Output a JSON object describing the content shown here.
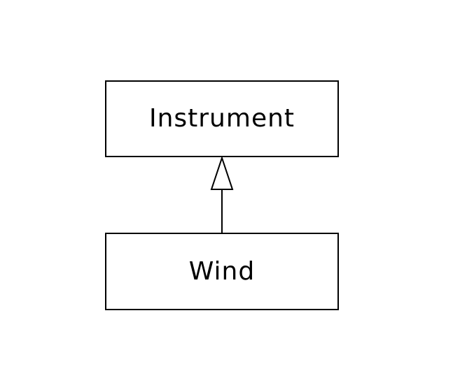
{
  "diagram": {
    "type": "uml-class-inheritance",
    "parent": {
      "label": "Instrument"
    },
    "child": {
      "label": "Wind"
    },
    "relationship": "generalization",
    "colors": {
      "stroke": "#000000",
      "fill": "#ffffff",
      "background": "#ffffff"
    }
  }
}
